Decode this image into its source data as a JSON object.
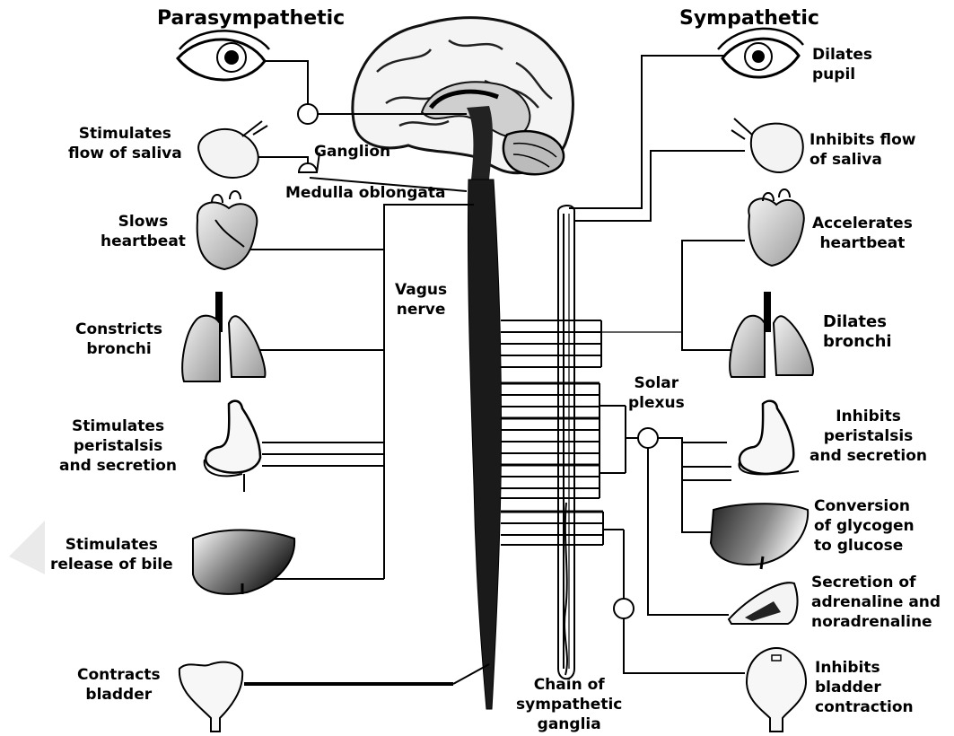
{
  "headings": {
    "left": "Parasympathetic",
    "right": "Sympathetic"
  },
  "center_labels": {
    "ganglion": "Ganglion",
    "medulla": "Medulla oblongata",
    "vagus": [
      "Vagus",
      "nerve"
    ],
    "solar_plexus": [
      "Solar",
      "plexus"
    ],
    "chain": [
      "Chain of",
      "sympathetic",
      "ganglia"
    ]
  },
  "parasympathetic_effects": [
    {
      "organ": "eye",
      "lines": []
    },
    {
      "organ": "salivary-gland",
      "lines": [
        "Stimulates",
        "flow of saliva"
      ]
    },
    {
      "organ": "heart",
      "lines": [
        "Slows",
        "heartbeat"
      ]
    },
    {
      "organ": "lungs",
      "lines": [
        "Constricts",
        "bronchi"
      ]
    },
    {
      "organ": "stomach",
      "lines": [
        "Stimulates",
        "peristalsis",
        "and secretion"
      ]
    },
    {
      "organ": "liver",
      "lines": [
        "Stimulates",
        "release of bile"
      ]
    },
    {
      "organ": "bladder",
      "lines": [
        "Contracts",
        "bladder"
      ]
    }
  ],
  "sympathetic_effects": [
    {
      "organ": "eye",
      "lines": [
        "Dilates",
        "pupil"
      ]
    },
    {
      "organ": "salivary-gland",
      "lines": [
        "Inhibits flow",
        "of saliva"
      ]
    },
    {
      "organ": "heart",
      "lines": [
        "Accelerates",
        "heartbeat"
      ]
    },
    {
      "organ": "lungs",
      "lines": [
        "Dilates",
        "bronchi"
      ]
    },
    {
      "organ": "stomach",
      "lines": [
        "Inhibits",
        "peristalsis",
        "and secretion"
      ]
    },
    {
      "organ": "liver",
      "lines": [
        "Conversion",
        "of glycogen",
        "to glucose"
      ]
    },
    {
      "organ": "adrenal-gland",
      "lines": [
        "Secretion of",
        "adrenaline and",
        "noradrenaline"
      ]
    },
    {
      "organ": "bladder",
      "lines": [
        "Inhibits",
        "bladder",
        "contraction"
      ]
    }
  ]
}
